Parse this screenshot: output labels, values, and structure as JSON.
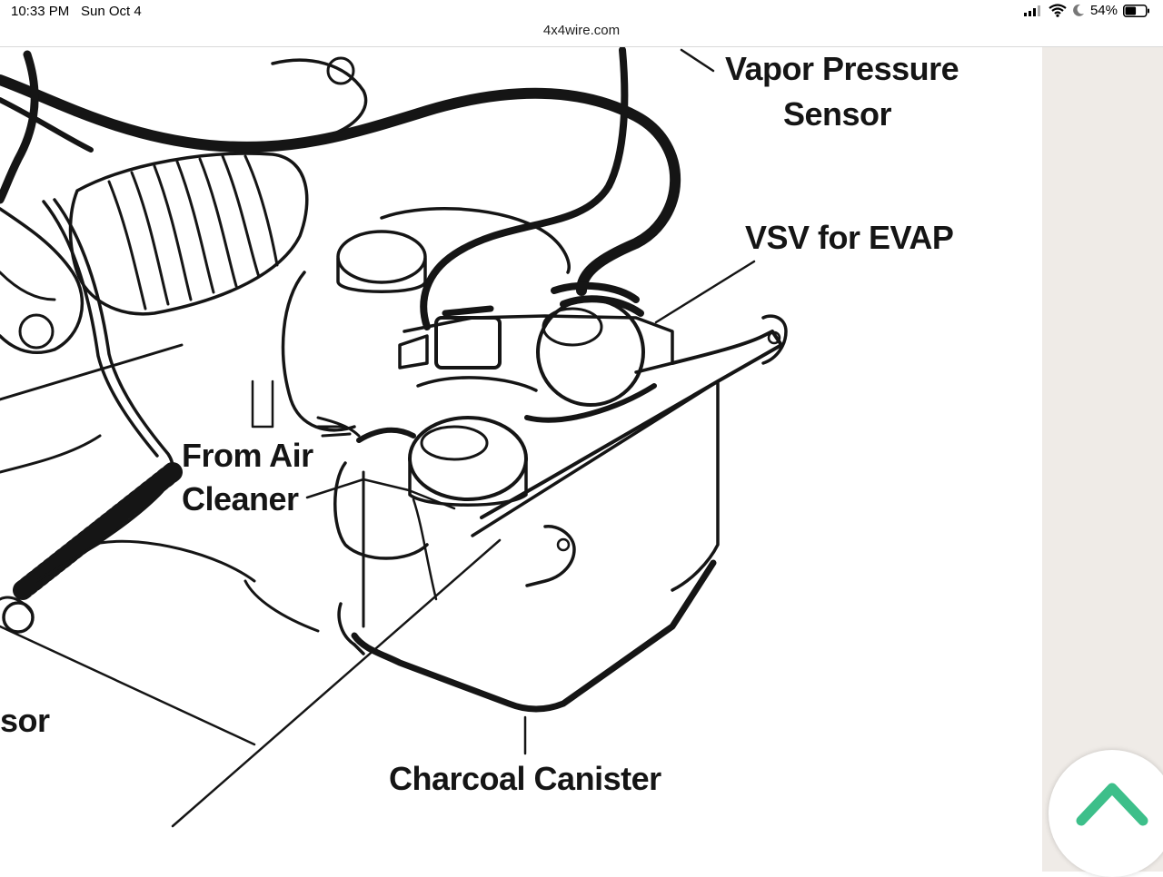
{
  "status_bar": {
    "time": "10:33 PM",
    "date": "Sun Oct 4",
    "battery_percent": "54%",
    "battery_level": 0.54
  },
  "browser": {
    "url": "4x4wire.com"
  },
  "diagram": {
    "labels": {
      "vapor_pressure_sensor_line1": "Vapor Pressure",
      "vapor_pressure_sensor_line2": "Sensor",
      "vsv_for_evap": "VSV for EVAP",
      "from_air_cleaner_line1": "From Air",
      "from_air_cleaner_line2": "Cleaner",
      "partial_sensor": "sor",
      "charcoal_canister": "Charcoal Canister"
    }
  },
  "colors": {
    "ink": "#151515",
    "gutter": "#efebe7",
    "accent_green": "#3dbf8a"
  },
  "icons": {
    "signal": "signal-bars-icon",
    "wifi": "wifi-icon",
    "moon": "do-not-disturb-moon-icon",
    "battery": "battery-icon",
    "scroll_top": "chevron-up-icon"
  }
}
